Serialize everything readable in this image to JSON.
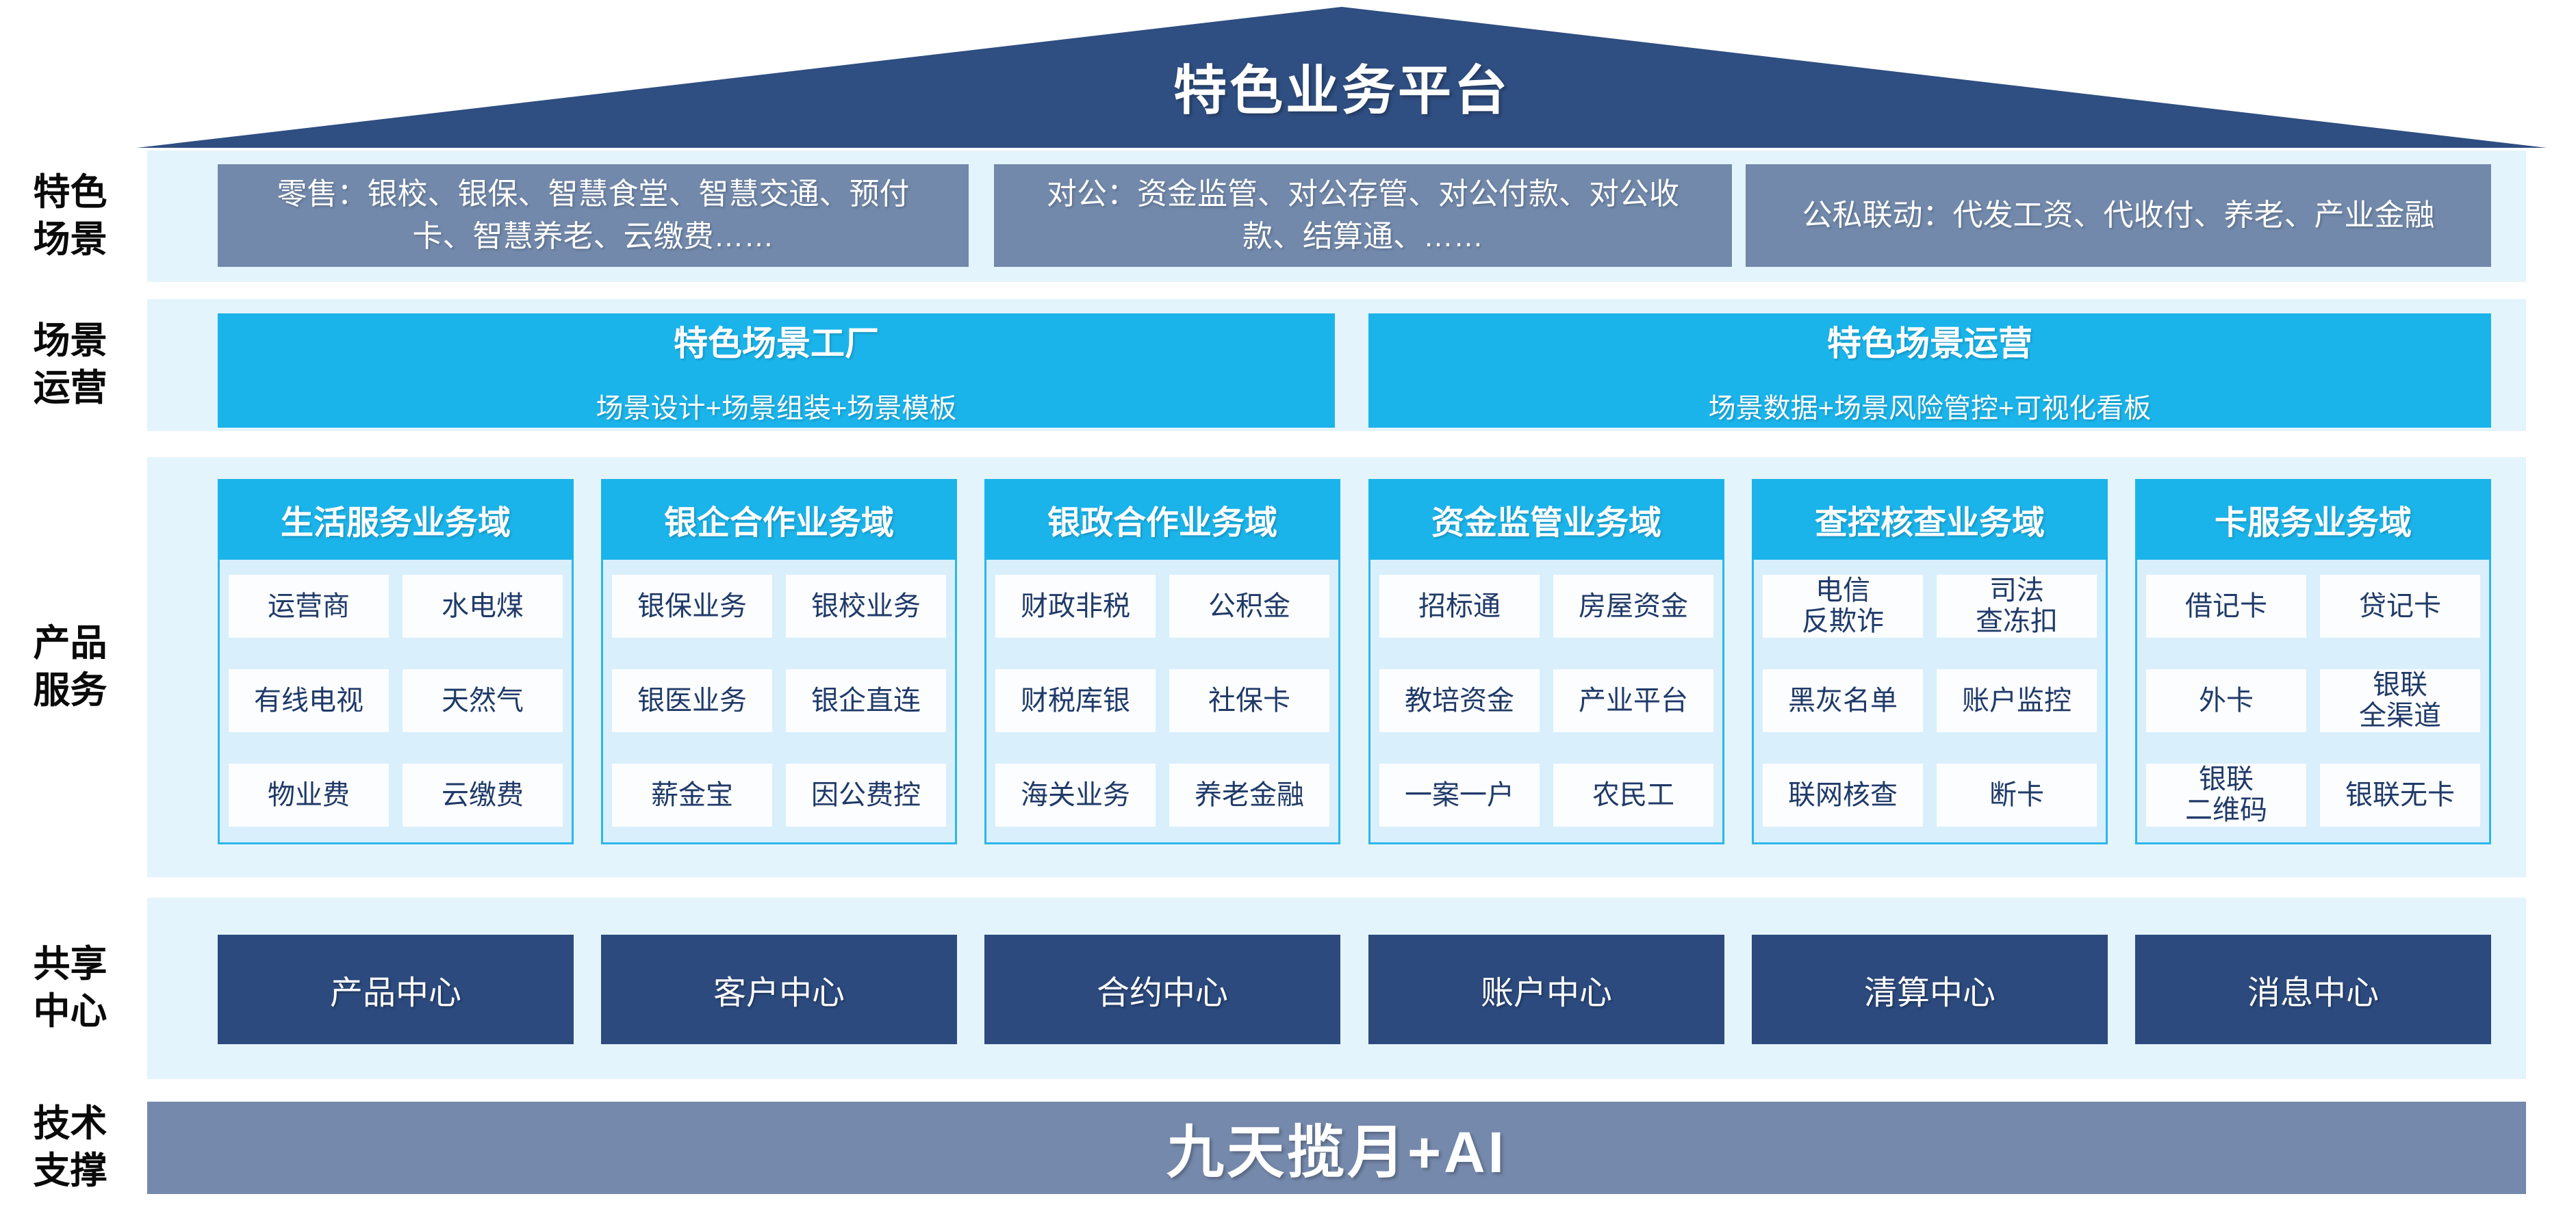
{
  "roof": {
    "title": "特色业务平台"
  },
  "side_labels": [
    "特色\n场景",
    "场景\n运营",
    "产品\n服务",
    "共享\n中心",
    "技术\n支撑"
  ],
  "scene_row": {
    "boxes": [
      "零售：银校、银保、智慧食堂、智慧交通、预付\n卡、智慧养老、云缴费……",
      "对公：资金监管、对公存管、对公付款、对公收\n款、结算通、……",
      "公私联动：代发工资、代收付、养老、产业金融"
    ]
  },
  "operation_row": {
    "boxes": [
      {
        "title": "特色场景工厂",
        "subtitle": "场景设计+场景组装+场景模板"
      },
      {
        "title": "特色场景运营",
        "subtitle": "场景数据+场景风险管控+可视化看板"
      }
    ]
  },
  "product_columns": [
    {
      "header": "生活服务业务域",
      "cells": [
        "运营商",
        "水电煤",
        "有线电视",
        "天然气",
        "物业费",
        "云缴费"
      ]
    },
    {
      "header": "银企合作业务域",
      "cells": [
        "银保业务",
        "银校业务",
        "银医业务",
        "银企直连",
        "薪金宝",
        "因公费控"
      ]
    },
    {
      "header": "银政合作业务域",
      "cells": [
        "财政非税",
        "公积金",
        "财税库银",
        "社保卡",
        "海关业务",
        "养老金融"
      ]
    },
    {
      "header": "资金监管业务域",
      "cells": [
        "招标通",
        "房屋资金",
        "教培资金",
        "产业平台",
        "一案一户",
        "农民工"
      ]
    },
    {
      "header": "查控核查业务域",
      "cells": [
        "电信\n反欺诈",
        "司法\n查冻扣",
        "黑灰名单",
        "账户监控",
        "联网核查",
        "断卡"
      ]
    },
    {
      "header": "卡服务业务域",
      "cells": [
        "借记卡",
        "贷记卡",
        "外卡",
        "银联\n全渠道",
        "银联\n二维码",
        "银联无卡"
      ]
    }
  ],
  "share_row": {
    "centers": [
      "产品中心",
      "客户中心",
      "合约中心",
      "账户中心",
      "清算中心",
      "消息中心"
    ]
  },
  "tech_row": {
    "title": "九天揽月+AI"
  },
  "colors": {
    "roof_navy": "#2F4E81",
    "center_navy": "#2C4A7E",
    "slate": "#7289AB",
    "tech_bar_slate": "#7589AC",
    "cyan": "#1BB4EA",
    "panel_border_cyan": "#2BB7EB",
    "band_bg": "#E4F4FC",
    "panel_bg": "#D9EFFB",
    "cell_bg": "#FBFDFF",
    "cell_text": "#203A68"
  }
}
